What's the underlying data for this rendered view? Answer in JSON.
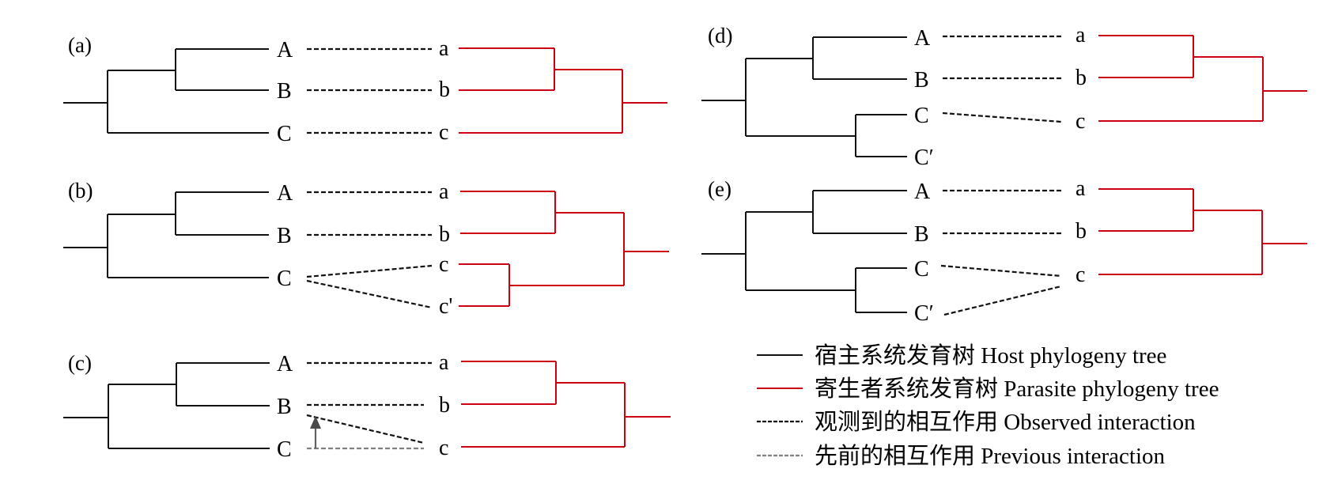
{
  "figure": {
    "colors": {
      "host": "#111111",
      "parasite": "#cc0011",
      "observed": "#111111",
      "previous": "#808080"
    },
    "panels": [
      {
        "id": "a",
        "label": "(a)",
        "host_leaves": [
          "A",
          "B",
          "C"
        ],
        "parasite_leaves": [
          "a",
          "b",
          "c"
        ],
        "host_topology": "((A,B),C)",
        "parasite_topology": "((a,b),c)",
        "observed_links": [
          [
            "A",
            "a"
          ],
          [
            "B",
            "b"
          ],
          [
            "C",
            "c"
          ]
        ],
        "previous_links": []
      },
      {
        "id": "b",
        "label": "(b)",
        "host_leaves": [
          "A",
          "B",
          "C"
        ],
        "parasite_leaves": [
          "a",
          "b",
          "c",
          "c'"
        ],
        "host_topology": "((A,B),C)",
        "parasite_topology": "((a,b),(c,c'))",
        "observed_links": [
          [
            "A",
            "a"
          ],
          [
            "B",
            "b"
          ],
          [
            "C",
            "c"
          ],
          [
            "C",
            "c'"
          ]
        ],
        "previous_links": []
      },
      {
        "id": "c",
        "label": "(c)",
        "host_leaves": [
          "A",
          "B",
          "C"
        ],
        "parasite_leaves": [
          "a",
          "b",
          "c"
        ],
        "host_topology": "((A,B),C)",
        "parasite_topology": "((a,b),c)",
        "observed_links": [
          [
            "A",
            "a"
          ],
          [
            "B",
            "b"
          ],
          [
            "B",
            "c"
          ]
        ],
        "previous_links": [
          [
            "C",
            "c"
          ]
        ],
        "arrow": "host switch from C to B"
      },
      {
        "id": "d",
        "label": "(d)",
        "host_leaves": [
          "A",
          "B",
          "C",
          "C′"
        ],
        "parasite_leaves": [
          "a",
          "b",
          "c"
        ],
        "host_topology": "((A,B),(C,C′))",
        "parasite_topology": "((a,b),c)",
        "observed_links": [
          [
            "A",
            "a"
          ],
          [
            "B",
            "b"
          ],
          [
            "C",
            "c"
          ]
        ],
        "previous_links": []
      },
      {
        "id": "e",
        "label": "(e)",
        "host_leaves": [
          "A",
          "B",
          "C",
          "C′"
        ],
        "parasite_leaves": [
          "a",
          "b",
          "c"
        ],
        "host_topology": "((A,B),(C,C′))",
        "parasite_topology": "((a,b),c)",
        "observed_links": [
          [
            "A",
            "a"
          ],
          [
            "B",
            "b"
          ],
          [
            "C",
            "c"
          ],
          [
            "C′",
            "c"
          ]
        ],
        "previous_links": []
      }
    ],
    "legend": [
      {
        "style": "host",
        "text": "宿主系统发育树 Host phylogeny tree"
      },
      {
        "style": "parasite",
        "text": "寄生者系统发育树 Parasite phylogeny tree"
      },
      {
        "style": "observed",
        "text": "观测到的相互作用 Observed interaction"
      },
      {
        "style": "previous",
        "text": "先前的相互作用 Previous interaction"
      }
    ]
  }
}
